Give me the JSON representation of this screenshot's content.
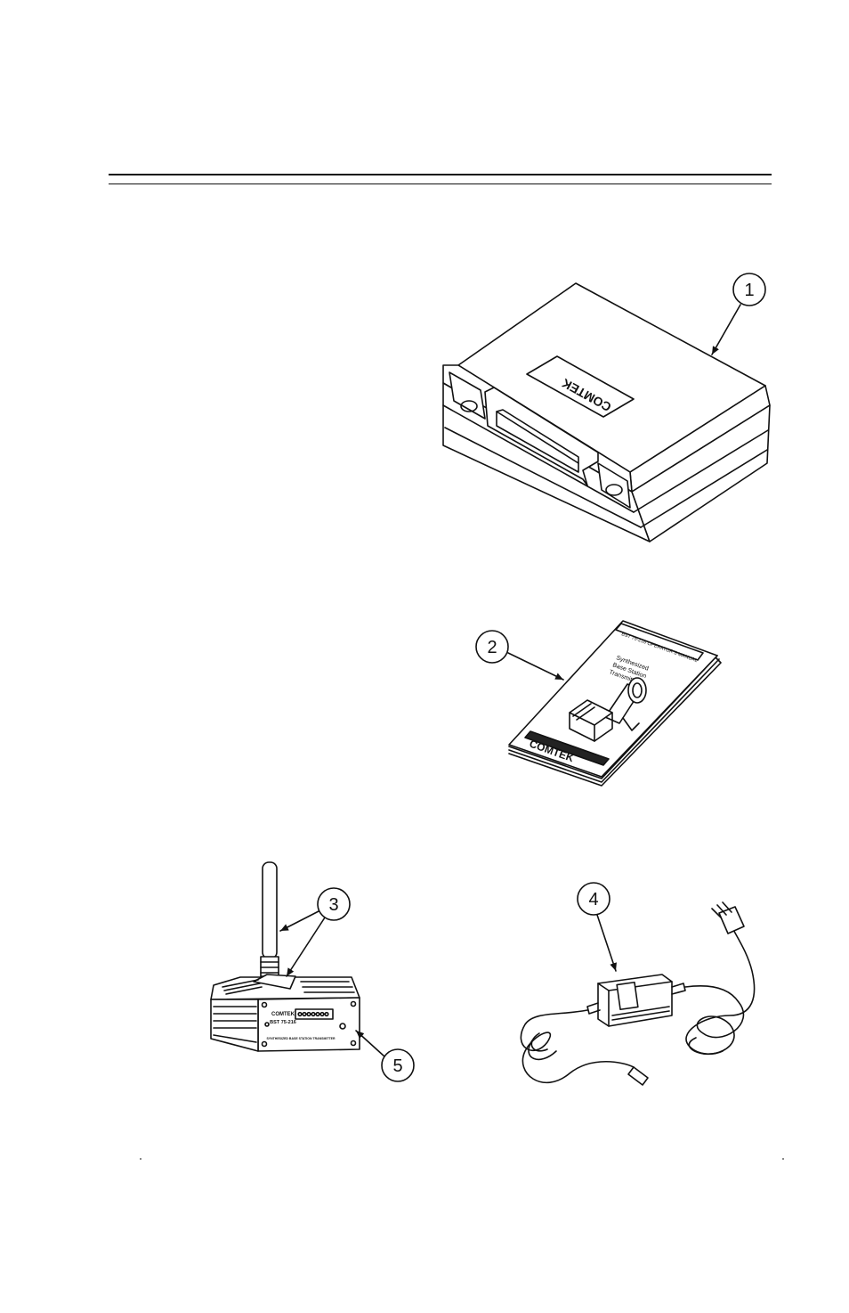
{
  "callouts": [
    {
      "number": "1",
      "item": "carrying-case"
    },
    {
      "number": "2",
      "item": "operators-manual"
    },
    {
      "number": "3",
      "item": "antenna"
    },
    {
      "number": "4",
      "item": "power-supply"
    },
    {
      "number": "5",
      "item": "transmitter-unit"
    }
  ],
  "case": {
    "logo_text": "COMTEK"
  },
  "manual": {
    "header_text": "BST 75-216 OPERATOR'S MANUAL",
    "subtitle_line1": "Synthesized",
    "subtitle_line2": "Base Station",
    "subtitle_line3": "Transmitter",
    "logo_text": "COMTEK"
  },
  "transmitter": {
    "brand_text": "COMTEK",
    "model_text": "BST 75-216",
    "footer_text": "SYNTHESIZED BASE STATION TRANSMITTER"
  }
}
